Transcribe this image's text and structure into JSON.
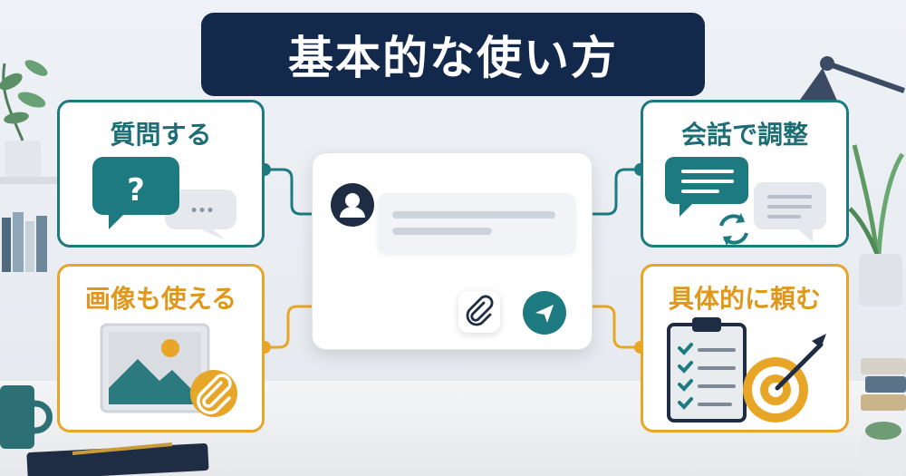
{
  "title": "基本的な使い方",
  "cards": {
    "ask": "質問する",
    "adjust": "会話で調整",
    "image": "画像も使える",
    "specific": "具体的に頼む"
  },
  "icons": {
    "question_mark": "?",
    "ellipsis": "•••"
  },
  "colors": {
    "navy": "#13294b",
    "teal": "#1d7a80",
    "gold": "#e8a628"
  }
}
